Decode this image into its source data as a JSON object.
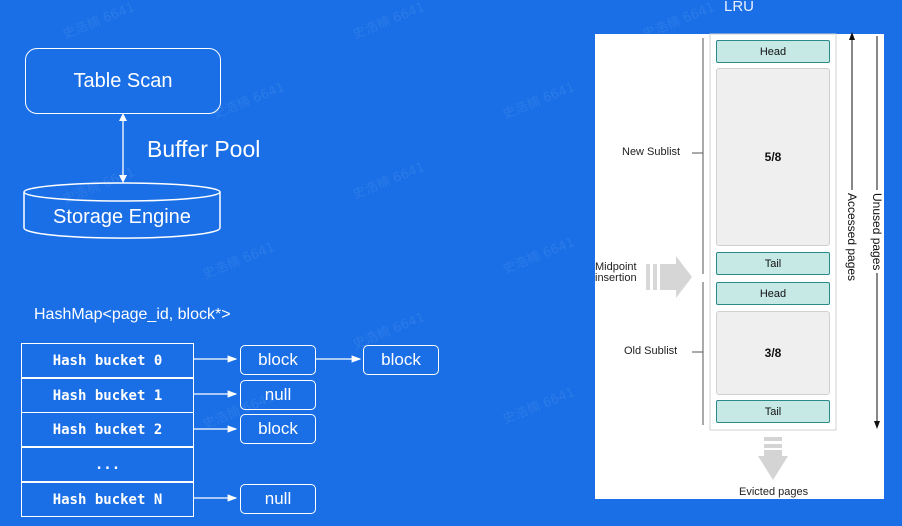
{
  "top_diagram": {
    "table_scan": "Table Scan",
    "buffer_pool": "Buffer Pool",
    "storage_engine": "Storage Engine"
  },
  "hashmap": {
    "title": "HashMap<page_id, block*>",
    "buckets": [
      "Hash bucket 0",
      "Hash bucket 1",
      "Hash bucket 2",
      "...",
      "Hash bucket N"
    ],
    "nodes": {
      "b0_first": "block",
      "b0_second": "block",
      "b1": "null",
      "b2": "block",
      "bn": "null"
    }
  },
  "lru": {
    "title": "LRU",
    "new_sublist": "New Sublist",
    "old_sublist": "Old Sublist",
    "midpoint_line1": "Midpoint",
    "midpoint_line2": "insertion",
    "new_head": "Head",
    "new_fraction": "5/8",
    "new_tail": "Tail",
    "old_head": "Head",
    "old_fraction": "3/8",
    "old_tail": "Tail",
    "accessed_pages": "Accessed pages",
    "unused_pages": "Unused pages",
    "evicted_pages": "Evicted pages"
  },
  "colors": {
    "background": "#1a6fe6",
    "teal_fill": "#c6e9e6",
    "teal_border": "#2a8a8a",
    "gray_fill": "#efefef"
  }
}
